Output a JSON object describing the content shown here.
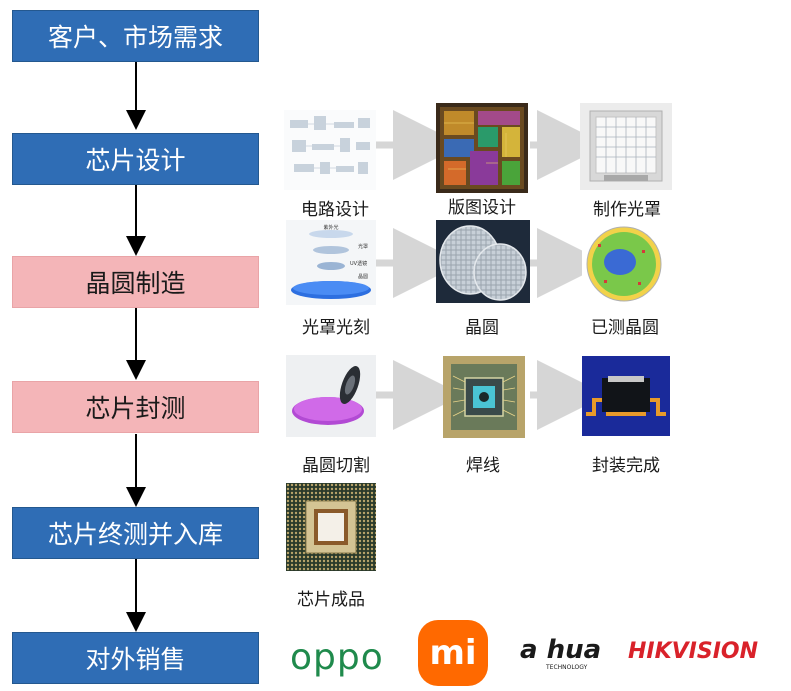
{
  "stages": [
    {
      "label": "客户、市场需求",
      "color": "#2f6db5"
    },
    {
      "label": "芯片设计",
      "color": "#2f6db5"
    },
    {
      "label": "晶圆制造",
      "color": "#f4b5b8"
    },
    {
      "label": "芯片封测",
      "color": "#f4b5b8"
    },
    {
      "label": "芯片终测并入库",
      "color": "#2f6db5"
    },
    {
      "label": "对外销售",
      "color": "#2f6db5"
    }
  ],
  "design_steps": [
    "电路设计",
    "版图设计",
    "制作光罩"
  ],
  "fab_steps": [
    "光罩光刻",
    "晶圆",
    "已测晶圆"
  ],
  "package_steps": [
    "晶圆切割",
    "焊线",
    "封装完成"
  ],
  "final_product": "芯片成品",
  "litho_labels": [
    "紫外光",
    "光罩",
    "UV透镜",
    "晶圆"
  ],
  "brands": {
    "oppo": "oppo",
    "mi": "mi",
    "dahua_main": "a hua",
    "dahua_sub": "TECHNOLOGY",
    "hikvision": "HIKVISION"
  },
  "colors": {
    "stage_blue": "#2f6db5",
    "stage_pink": "#f4b5b8",
    "oppo_green": "#1f8a4c",
    "mi_orange": "#ff6900",
    "dahua_red": "#e1251b",
    "hik_red": "#d9222a"
  }
}
